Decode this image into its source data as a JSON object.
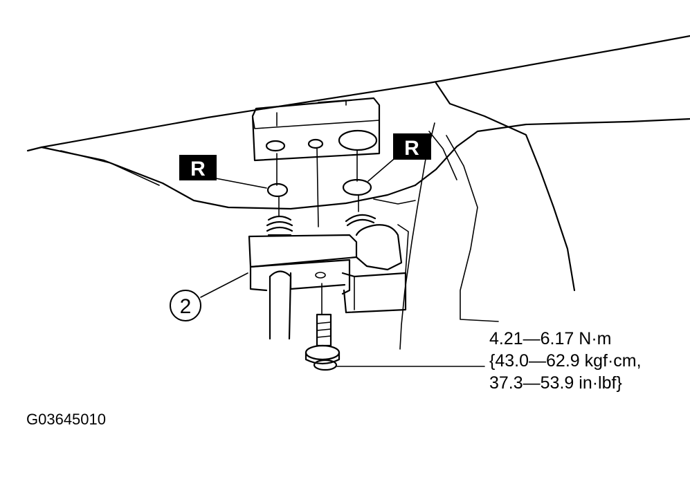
{
  "markers": {
    "left_label": "R",
    "right_label": "R"
  },
  "callout": {
    "number": "2"
  },
  "torque_spec": {
    "line1": "4.21—6.17 N·m",
    "line2": "{43.0—62.9 kgf·cm,",
    "line3": "37.3—53.9 in·lbf}"
  },
  "figure_id": "G03645010",
  "icons": {
    "marker": "replace-part-badge",
    "callout": "circled-number"
  }
}
